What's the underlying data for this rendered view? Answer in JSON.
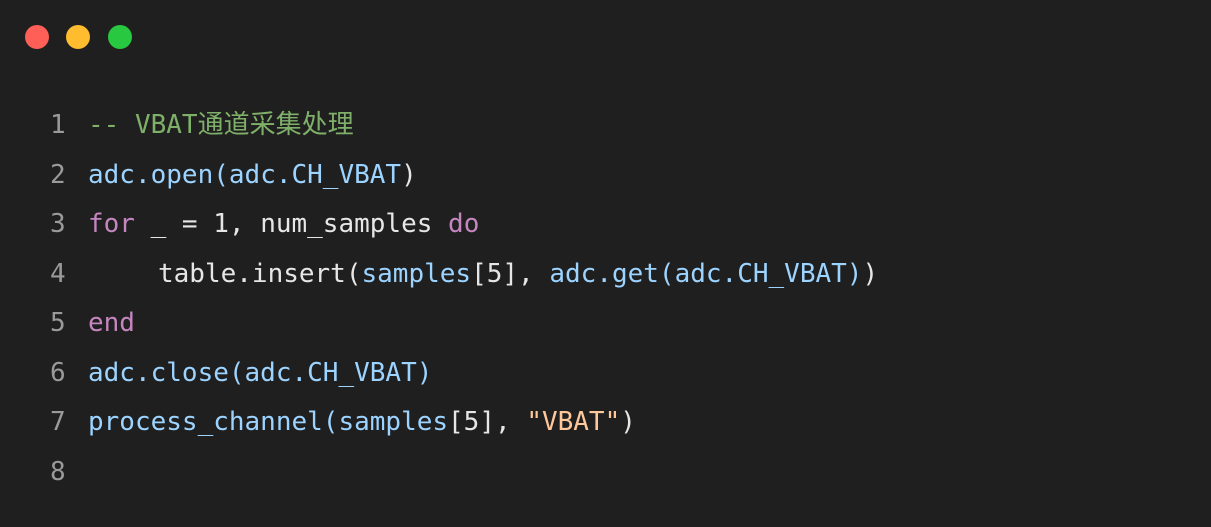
{
  "window": {
    "buttons": [
      {
        "name": "close",
        "color": "#ff5f57"
      },
      {
        "name": "minimize",
        "color": "#febc2e"
      },
      {
        "name": "maximize",
        "color": "#28c840"
      }
    ]
  },
  "code": {
    "lines": [
      {
        "number": "1",
        "tokens": [
          {
            "t": "-- VBAT通道采集处理",
            "c": "comment"
          }
        ]
      },
      {
        "number": "2",
        "tokens": [
          {
            "t": "adc.open(",
            "c": "fn"
          },
          {
            "t": "adc.CH_VBAT",
            "c": "fn"
          },
          {
            "t": ")",
            "c": "plain"
          }
        ]
      },
      {
        "number": "3",
        "tokens": [
          {
            "t": "for",
            "c": "kw"
          },
          {
            "t": " _ = 1, num_samples ",
            "c": "plain"
          },
          {
            "t": "do",
            "c": "kw"
          }
        ]
      },
      {
        "number": "4",
        "tokens": [
          {
            "t": "table.insert(",
            "c": "plain"
          },
          {
            "t": "samples",
            "c": "fn"
          },
          {
            "t": "[5], ",
            "c": "plain"
          },
          {
            "t": "adc.get(adc.CH_VBAT)",
            "c": "fn"
          },
          {
            "t": ")",
            "c": "plain"
          }
        ]
      },
      {
        "number": "5",
        "tokens": [
          {
            "t": "end",
            "c": "kw"
          }
        ]
      },
      {
        "number": "6",
        "tokens": [
          {
            "t": "adc.close(adc.CH_VBAT)",
            "c": "fn"
          }
        ]
      },
      {
        "number": "7",
        "tokens": [
          {
            "t": "process_channel(",
            "c": "fn"
          },
          {
            "t": "samples",
            "c": "fn"
          },
          {
            "t": "[5], ",
            "c": "plain"
          },
          {
            "t": "\"VBAT\"",
            "c": "str"
          },
          {
            "t": ")",
            "c": "plain"
          }
        ]
      },
      {
        "number": "8",
        "tokens": []
      }
    ]
  }
}
